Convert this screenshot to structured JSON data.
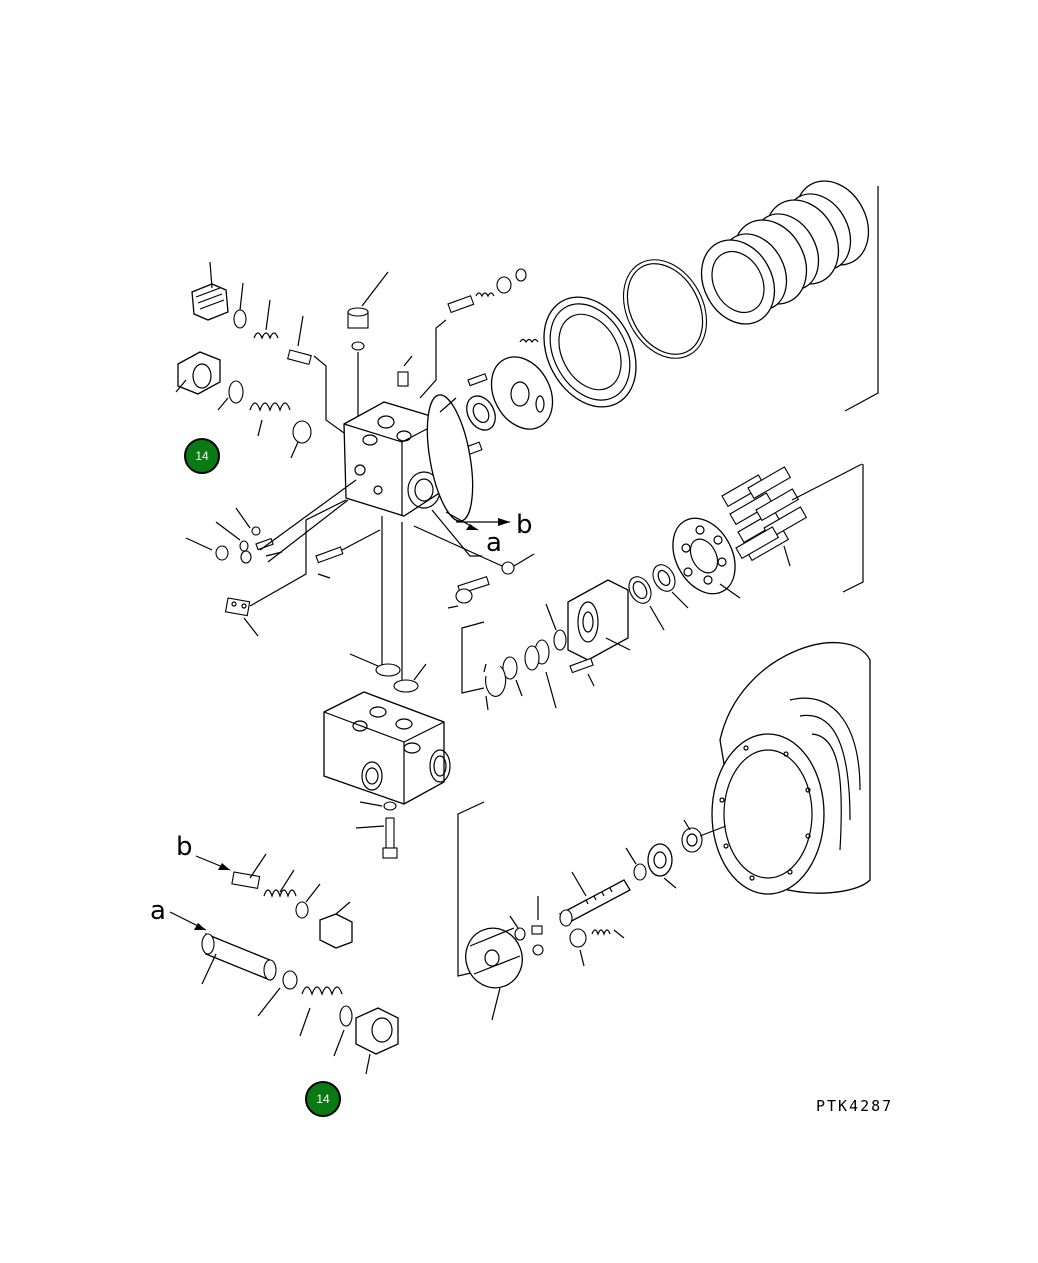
{
  "diagram": {
    "drawing_code": "PTK4287",
    "callouts": [
      {
        "label": "14"
      },
      {
        "label": "14"
      }
    ],
    "letters": [
      "a",
      "b",
      "b",
      "a"
    ]
  }
}
